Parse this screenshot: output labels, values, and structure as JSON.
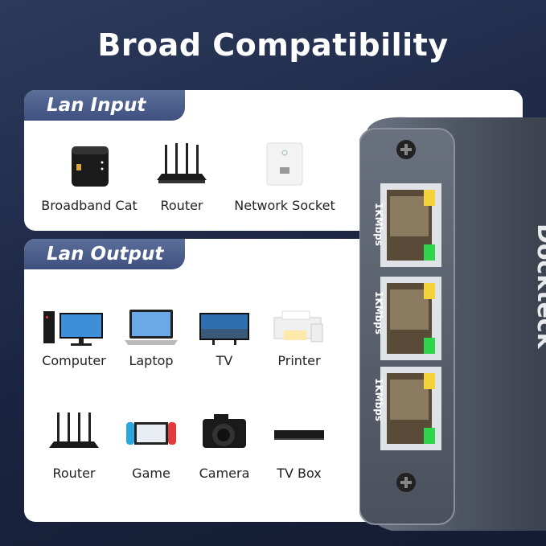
{
  "title": "Broad Compatibility",
  "lan_input": {
    "tag": "Lan Input",
    "items": [
      "Broadband Cat",
      "Router",
      "Network Socket"
    ]
  },
  "lan_output": {
    "tag": "Lan Output",
    "row1": [
      "Computer",
      "Laptop",
      "TV",
      "Printer"
    ],
    "row2": [
      "Router",
      "Game",
      "Camera",
      "TV Box"
    ]
  },
  "device": {
    "brand": "Dockteck",
    "port_speed": [
      "1KMbps",
      "1KMbps",
      "1KMbps"
    ]
  },
  "colors": {
    "background": "#1a2440",
    "tag": "#4a5b8a",
    "led_yellow": "#f3d23a",
    "led_green": "#2fd64a",
    "device_body": "#5a6272"
  }
}
